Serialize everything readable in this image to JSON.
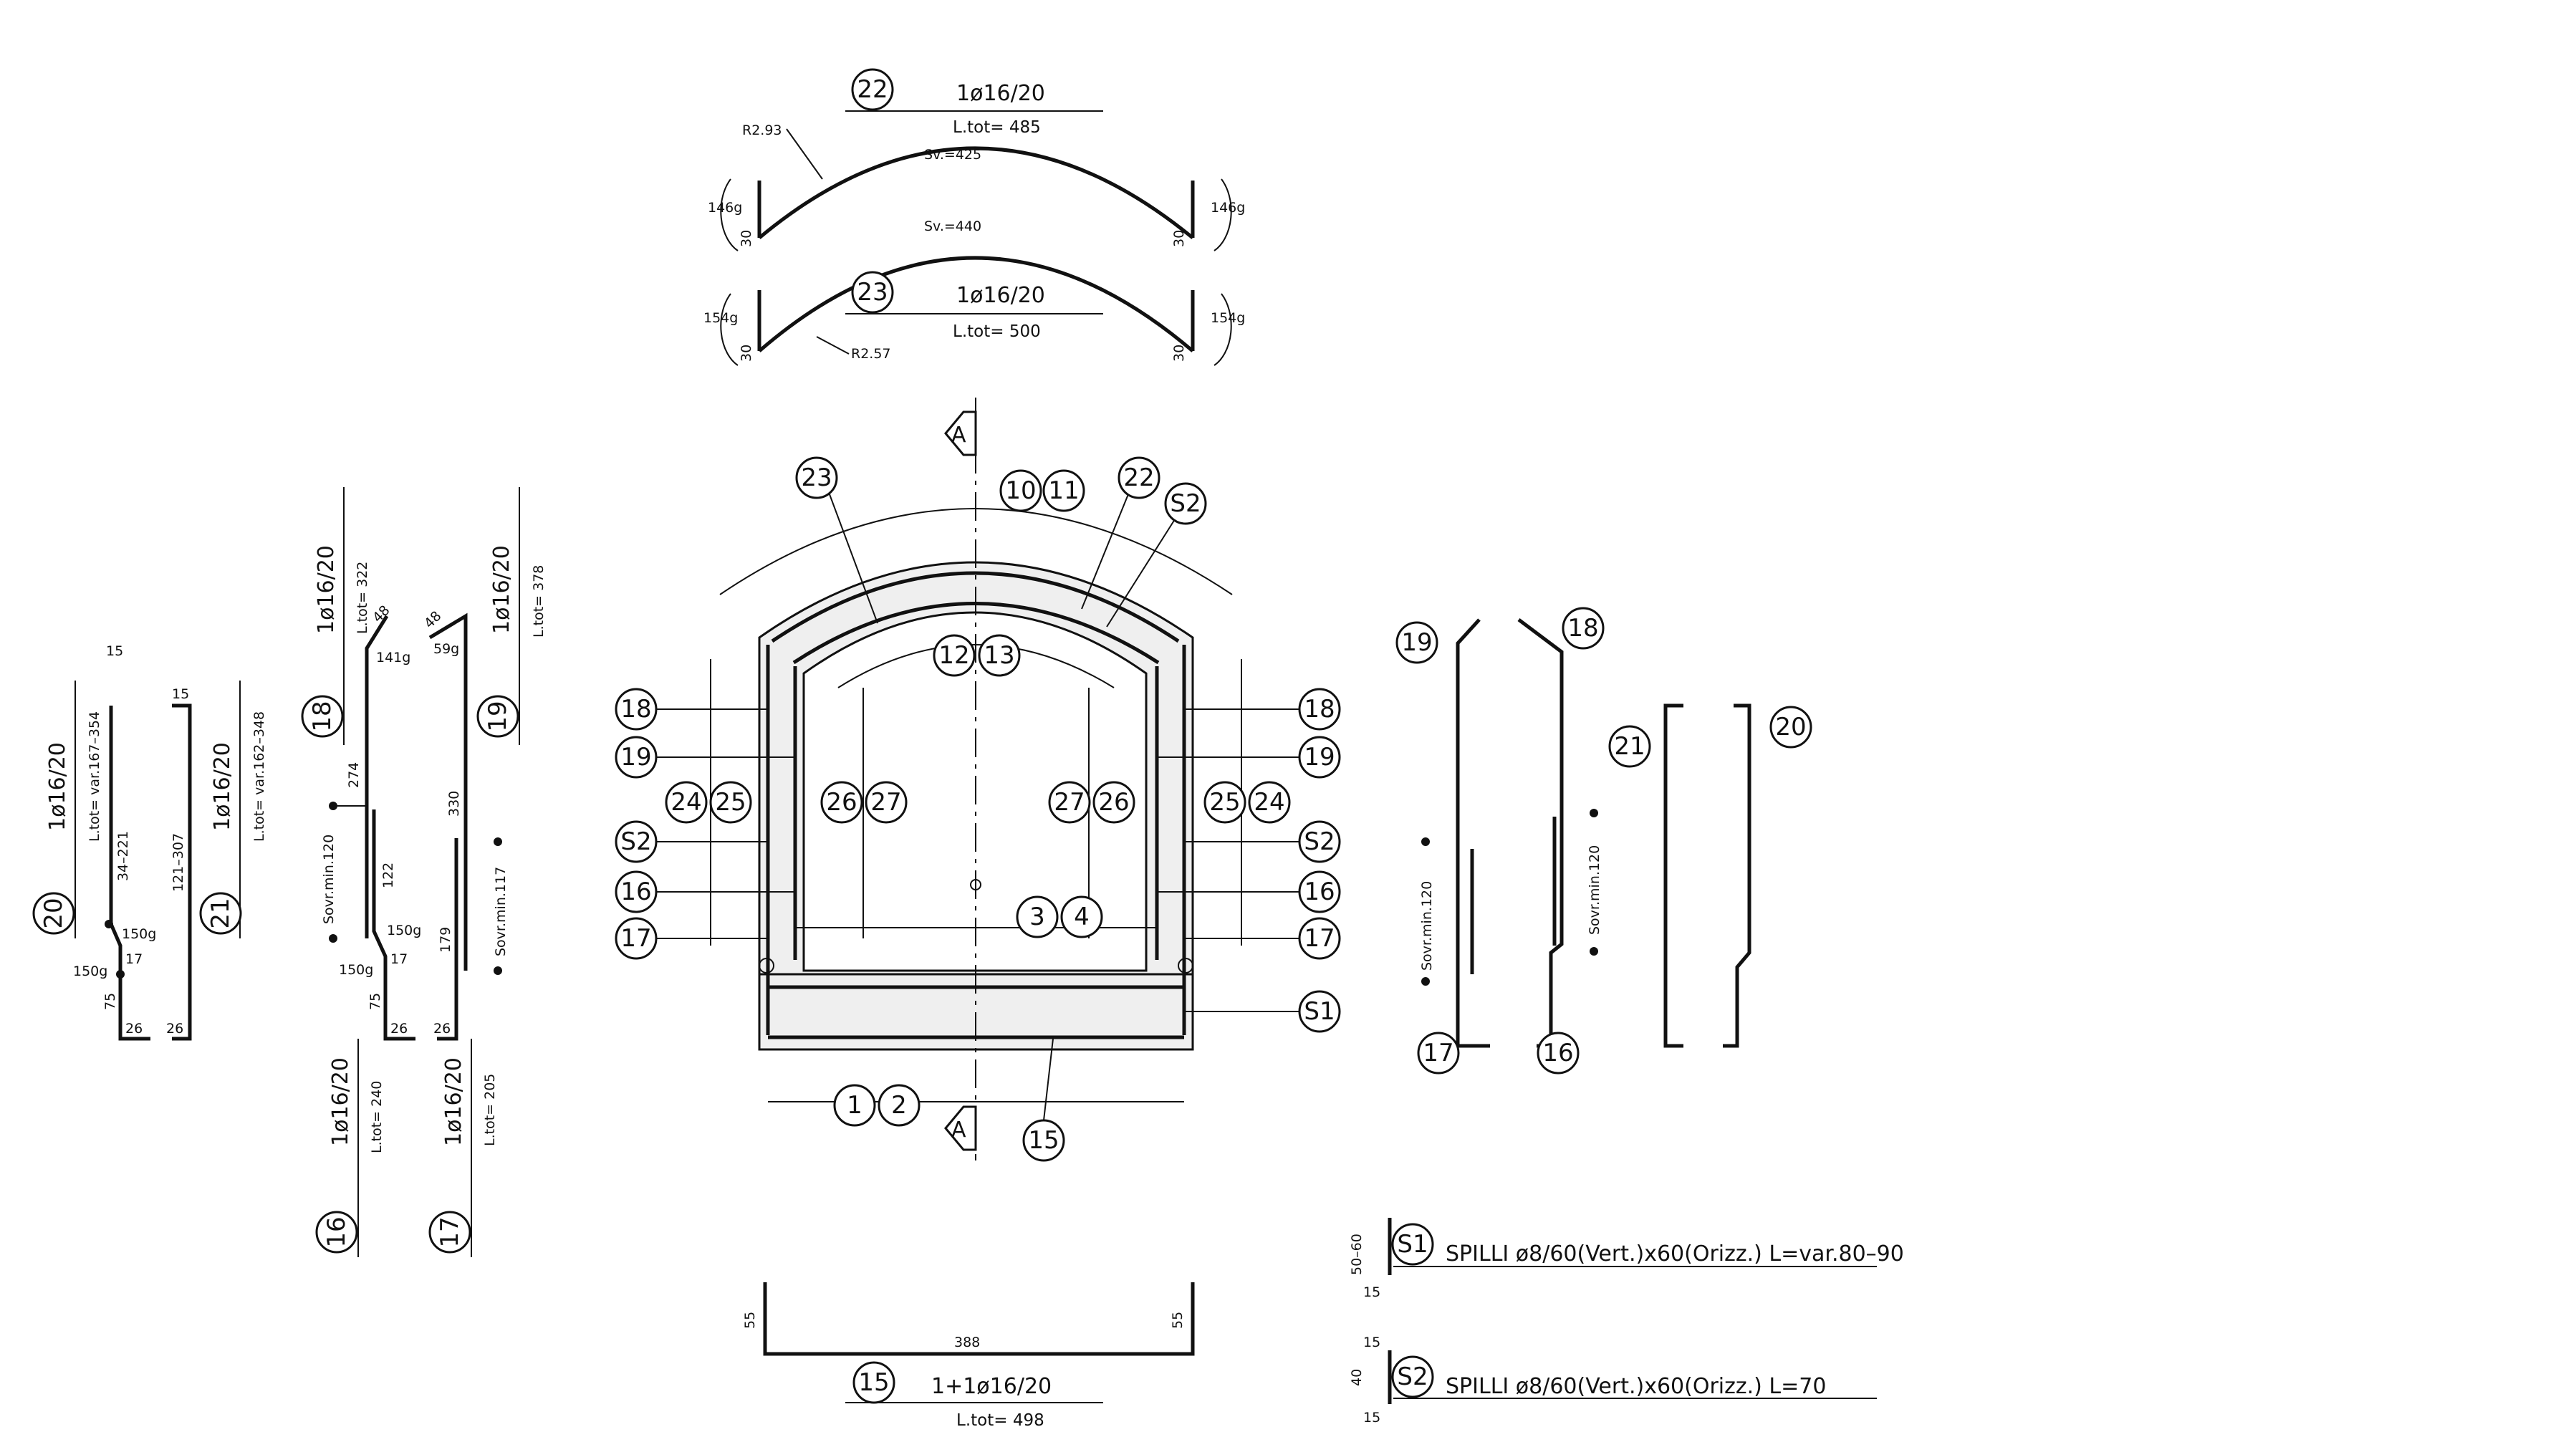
{
  "bars": {
    "b22": {
      "mark": "22",
      "spec": "1ø16/20",
      "length": "L.tot= 485",
      "span": "Sv.=425",
      "radius": "R2.93",
      "angle": "146g",
      "leg": "30"
    },
    "b23": {
      "mark": "23",
      "spec": "1ø16/20",
      "length": "L.tot= 500",
      "span": "Sv.=440",
      "radius": "R2.57",
      "angle": "154g",
      "leg": "30"
    },
    "b20": {
      "mark": "20",
      "spec": "1ø16/20",
      "length": "L.tot= var.167–354",
      "top": "15",
      "upper": "34–221",
      "angle": "150g",
      "knee": "17",
      "lower": "75",
      "foot": "26"
    },
    "b21": {
      "mark": "21",
      "spec": "1ø16/20",
      "length": "L.tot= var.162–348",
      "top": "15",
      "upper": "121–307",
      "foot": "26"
    },
    "b18": {
      "mark": "18",
      "spec": "1ø16/20",
      "length": "L.tot= 322",
      "hook": "48",
      "angle": "141g",
      "upper": "274"
    },
    "b19": {
      "mark": "19",
      "spec": "1ø16/20",
      "length": "L.tot= 378",
      "hook": "48",
      "angle": "59g",
      "upper": "330"
    },
    "b16": {
      "mark": "16",
      "spec": "1ø16/20",
      "length": "L.tot= 240",
      "upper": "122",
      "angle": "150g",
      "knee": "17",
      "lower": "75",
      "foot": "26"
    },
    "b17": {
      "mark": "17",
      "spec": "1ø16/20",
      "length": "L.tot= 205",
      "upper": "179",
      "foot": "26"
    },
    "b15": {
      "mark": "15",
      "spec": "1+1ø16/20",
      "length": "L.tot= 498",
      "width": "388",
      "leg": "55"
    },
    "overlap_120": "Sovr.min.120",
    "overlap_117": "Sovr.min.117"
  },
  "section": {
    "cut_mark": "A",
    "marks": [
      "23",
      "10",
      "11",
      "22",
      "S2",
      "12",
      "13",
      "18",
      "19",
      "24",
      "25",
      "26",
      "27",
      "16",
      "17",
      "3",
      "4",
      "1",
      "2",
      "15",
      "S1"
    ]
  },
  "pins": {
    "s1": {
      "mark": "S1",
      "text": "SPILLI  ø8/60(Vert.)x60(Orizz.)  L=var.80–90",
      "leg1": "50–60",
      "leg2": "15"
    },
    "s2": {
      "mark": "S2",
      "text": "SPILLI  ø8/60(Vert.)x60(Orizz.)  L=70",
      "leg1": "40",
      "leg2": "15",
      "leg3": "15"
    }
  },
  "colors": {
    "ink": "#111111",
    "fill": "#efefef"
  }
}
